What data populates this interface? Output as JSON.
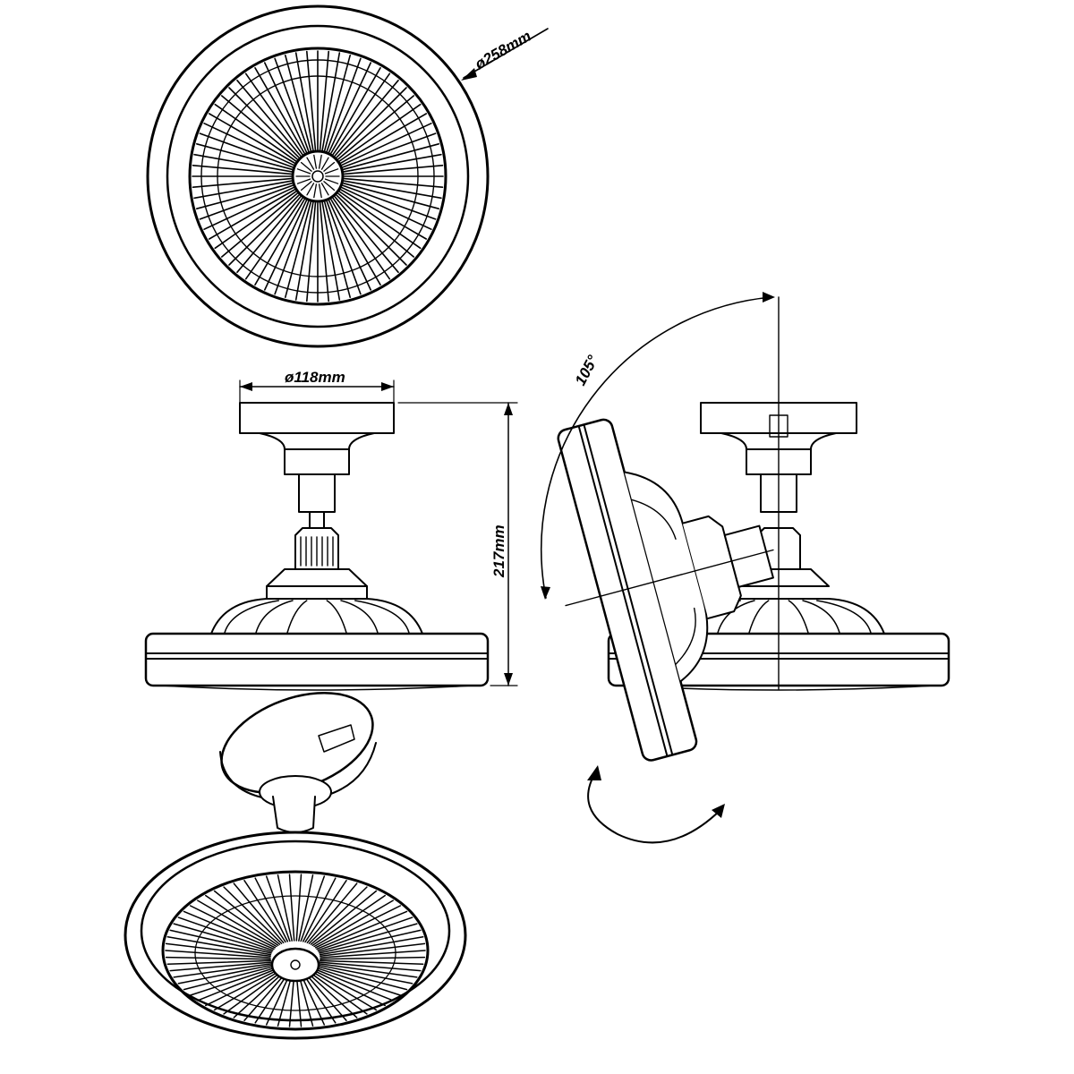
{
  "dimensions": {
    "outer_diameter": "ø258mm",
    "mount_diameter": "ø118mm",
    "height": "217mm",
    "tilt_angle": "105°"
  },
  "colors": {
    "stroke": "#000000",
    "background": "#ffffff"
  }
}
